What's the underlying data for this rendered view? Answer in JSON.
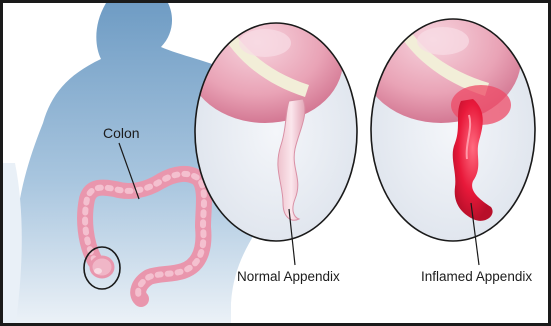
{
  "labels": {
    "colon": "Colon",
    "normal": "Normal Appendix",
    "inflamed": "Inflamed Appendix"
  },
  "colors": {
    "body_top": "#6f9cc4",
    "body_bottom": "#e8f0f8",
    "colon": "#e996ad",
    "tissue": "#e9a3b6",
    "inflamed": "#e8193a"
  }
}
